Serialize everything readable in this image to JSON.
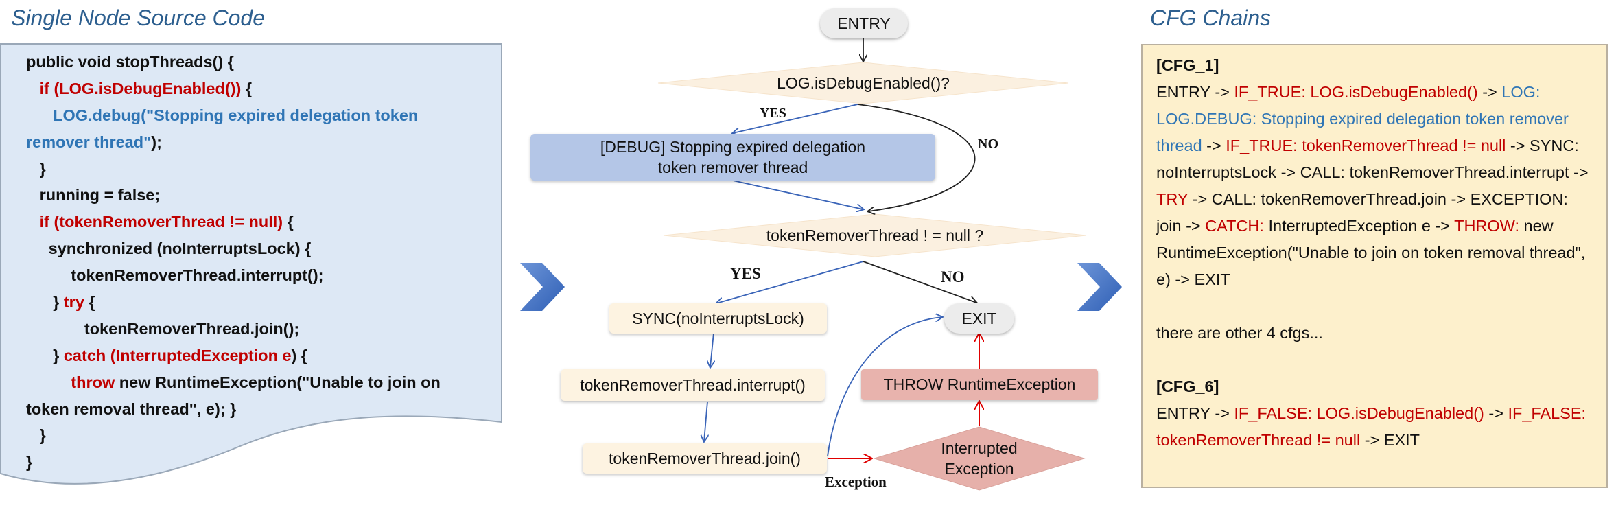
{
  "titles": {
    "left": "Single Node Source Code",
    "right": "CFG Chains"
  },
  "code_lines": [
    [
      {
        "t": "public void stopThreads() {",
        "c": "blk"
      }
    ],
    [
      {
        "t": "   ",
        "c": "blk"
      },
      {
        "t": "if (LOG.isDebugEnabled())",
        "c": "red"
      },
      {
        "t": " {",
        "c": "blk"
      }
    ],
    [
      {
        "t": "      ",
        "c": "blk"
      },
      {
        "t": "LOG.debug(\"Stopping expired delegation token",
        "c": "blue"
      }
    ],
    [
      {
        "t": "remover thread\"",
        "c": "blue"
      },
      {
        "t": ");",
        "c": "blk"
      }
    ],
    [
      {
        "t": "   }",
        "c": "blk"
      }
    ],
    [
      {
        "t": "   running = false;",
        "c": "blk"
      }
    ],
    [
      {
        "t": "   ",
        "c": "blk"
      },
      {
        "t": "if (tokenRemoverThread != null)",
        "c": "red"
      },
      {
        "t": " {",
        "c": "blk"
      }
    ],
    [
      {
        "t": "     synchronized (noInterruptsLock) {",
        "c": "blk"
      }
    ],
    [
      {
        "t": "          tokenRemoverThread.interrupt();",
        "c": "blk"
      }
    ],
    [
      {
        "t": "      } ",
        "c": "blk"
      },
      {
        "t": "try",
        "c": "red"
      },
      {
        "t": " {",
        "c": "blk"
      }
    ],
    [
      {
        "t": "             tokenRemoverThread.join();",
        "c": "blk"
      }
    ],
    [
      {
        "t": "      } ",
        "c": "blk"
      },
      {
        "t": "catch (InterruptedException e",
        "c": "red"
      },
      {
        "t": ") {",
        "c": "blk"
      }
    ],
    [
      {
        "t": "          ",
        "c": "blk"
      },
      {
        "t": "throw",
        "c": "red"
      },
      {
        "t": " new RuntimeException(\"Unable to join on",
        "c": "blk"
      }
    ],
    [
      {
        "t": "token removal thread\", e); }",
        "c": "blk"
      }
    ],
    [
      {
        "t": "   }",
        "c": "blk"
      }
    ],
    [
      {
        "t": "}",
        "c": "blk"
      }
    ]
  ],
  "flow": {
    "entry": "ENTRY",
    "cond1": "LOG.isDebugEnabled()?",
    "yes1": "YES",
    "no1": "NO",
    "debug_line1": "[DEBUG] Stopping expired delegation",
    "debug_line2": "token remover thread",
    "cond2": "tokenRemoverThread ! = null ?",
    "yes2": "YES",
    "no2": "NO",
    "sync": "SYNC(noInterruptsLock)",
    "interrupt": "tokenRemoverThread.interrupt()",
    "join": "tokenRemoverThread.join()",
    "exit": "EXIT",
    "throw": "THROW RuntimeException",
    "interrupted_line1": "Interrupted",
    "interrupted_line2": "Exception",
    "exception_label": "Exception"
  },
  "cfg": {
    "cfg1_header": "[CFG_1]",
    "cfg1_segments": [
      {
        "t": "ENTRY -> ",
        "c": "blk"
      },
      {
        "t": "IF_TRUE: LOG.isDebugEnabled()",
        "c": "red"
      },
      {
        "t": " -> ",
        "c": "blk"
      },
      {
        "t": "LOG: LOG.DEBUG: Stopping expired delegation token remover thread",
        "c": "blue"
      },
      {
        "t": " -> ",
        "c": "blk"
      },
      {
        "t": "IF_TRUE: tokenRemoverThread != null",
        "c": "red"
      },
      {
        "t": " -> SYNC: noInterruptsLock -> CALL: tokenRemoverThread.interrupt -> ",
        "c": "blk"
      },
      {
        "t": "TRY",
        "c": "red"
      },
      {
        "t": " -> CALL: tokenRemoverThread.join -> EXCEPTION: join -> ",
        "c": "blk"
      },
      {
        "t": "CATCH:",
        "c": "red"
      },
      {
        "t": " InterruptedException e -> ",
        "c": "blk"
      },
      {
        "t": "THROW:",
        "c": "red"
      },
      {
        "t": " new RuntimeException(\"Unable to join on token removal thread\", e) -> EXIT",
        "c": "blk"
      }
    ],
    "other_note": "there are other 4 cfgs...",
    "cfg6_header": "[CFG_6]",
    "cfg6_segments": [
      {
        "t": "ENTRY -> ",
        "c": "blk"
      },
      {
        "t": "IF_FALSE: LOG.isDebugEnabled()",
        "c": "red"
      },
      {
        "t": " -> ",
        "c": "blk"
      },
      {
        "t": "IF_FALSE: tokenRemoverThread != null",
        "c": "red"
      },
      {
        "t": " -> EXIT",
        "c": "blk"
      }
    ]
  },
  "colors": {
    "code_bg": "#dde8f5",
    "cfg_bg": "#fdf0cc",
    "red": "#c00000",
    "blue": "#2f75b5",
    "arrow_blue": "#4472c4"
  }
}
